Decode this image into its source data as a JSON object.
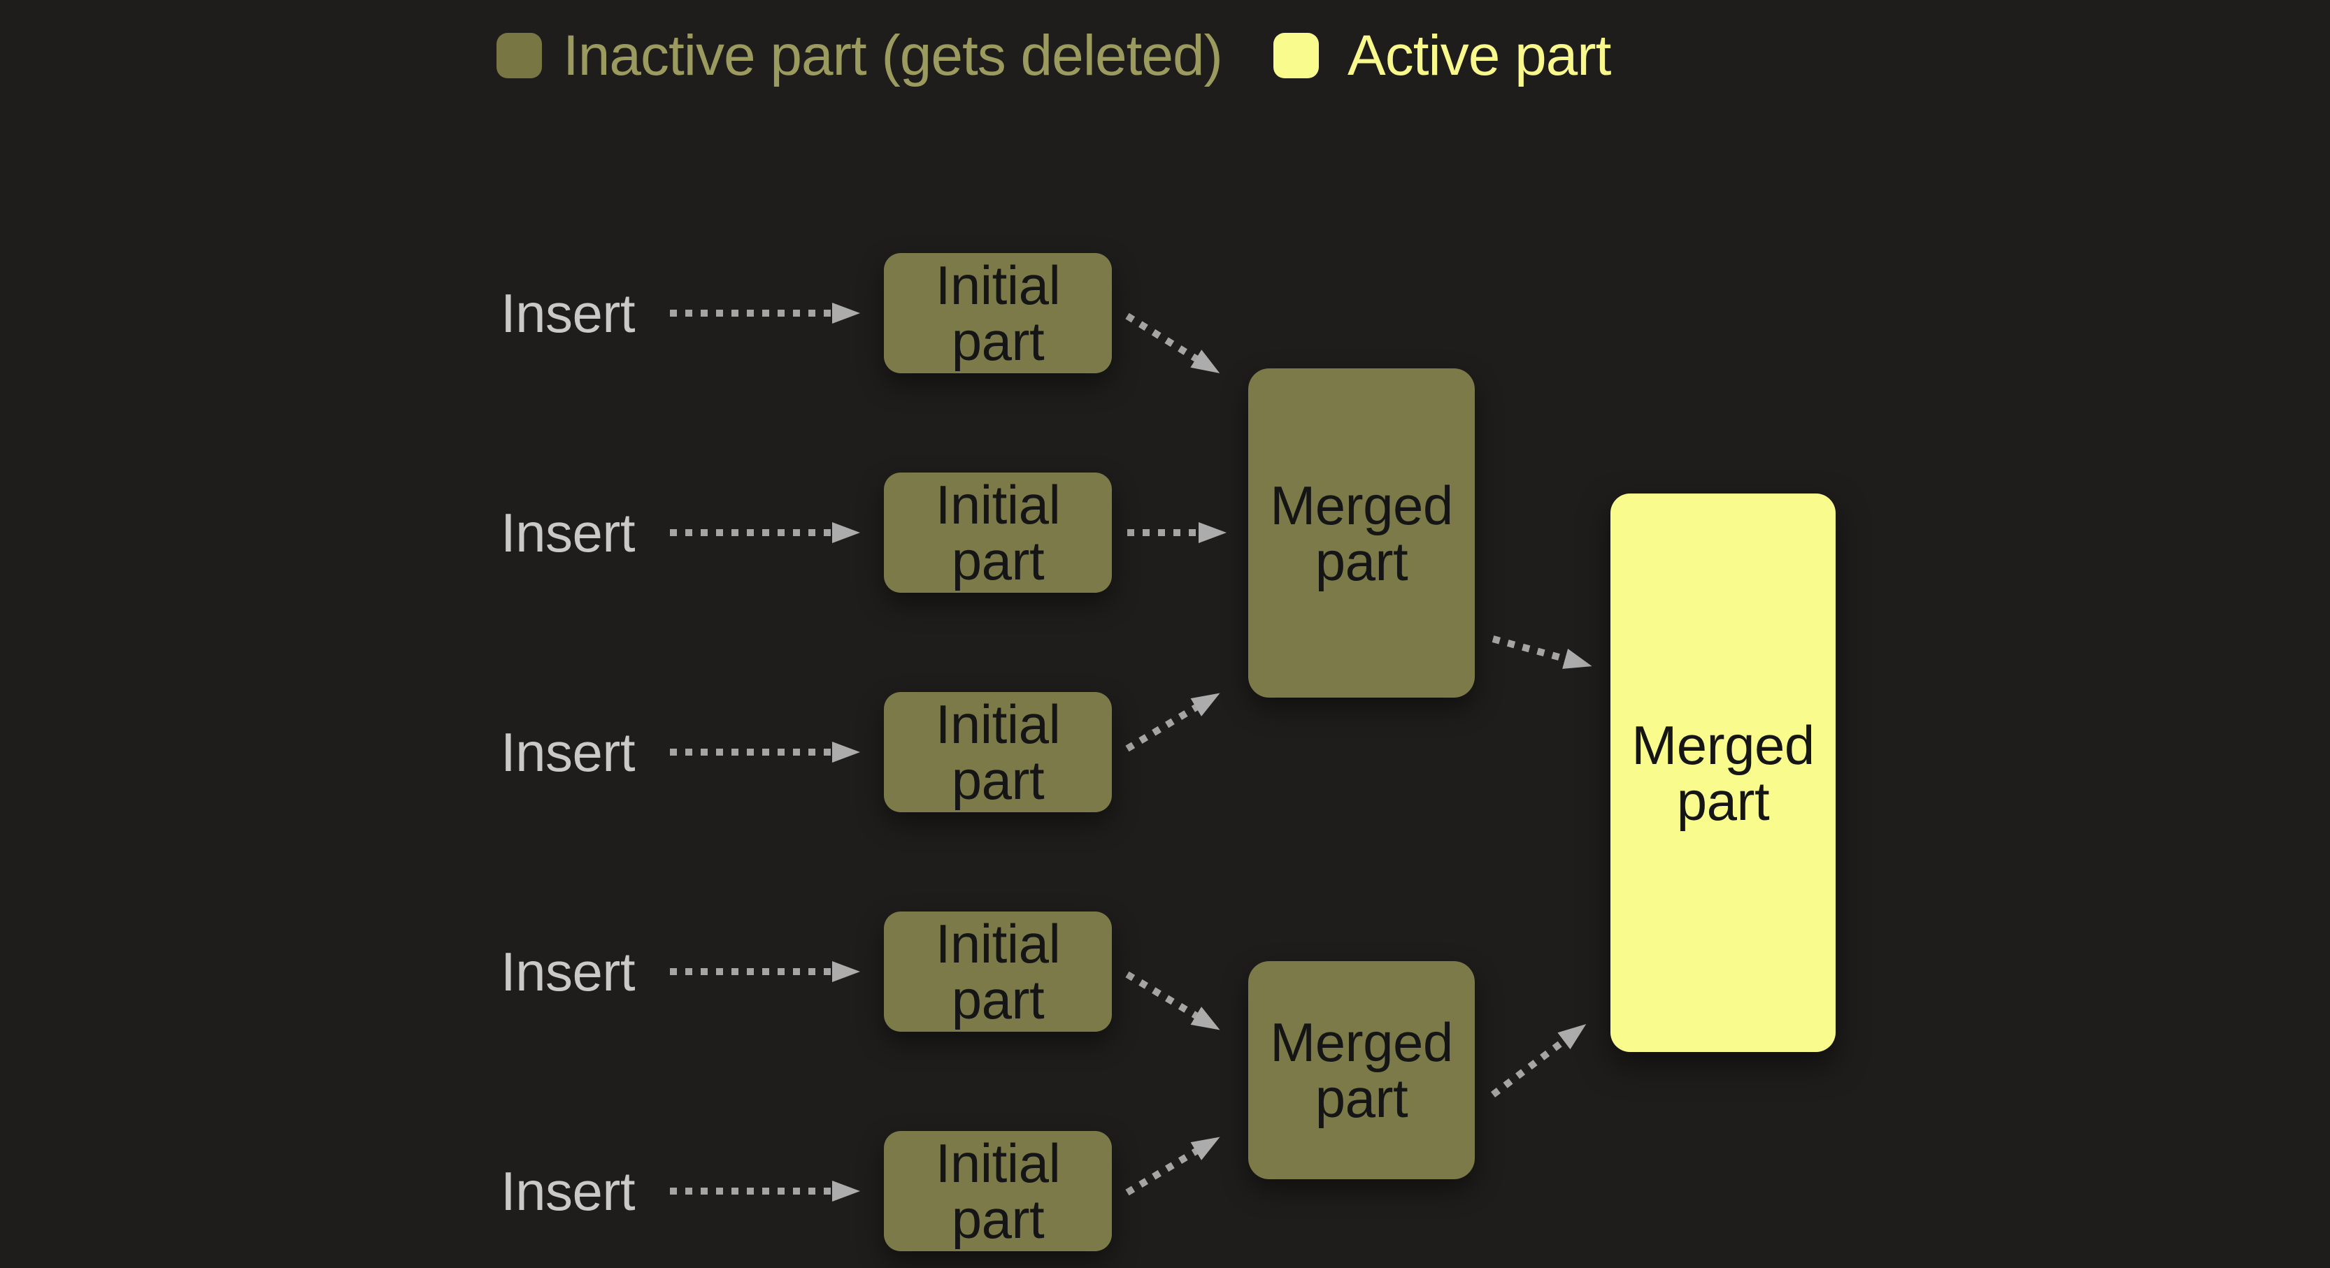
{
  "legend": {
    "inactive_label": "Inactive part (gets deleted)",
    "active_label": "Active part"
  },
  "diagram": {
    "insert_label": "Insert",
    "initial_label": "Initial part",
    "merged_label": "Merged part"
  },
  "colors": {
    "background": "#1E1D1B",
    "inactive-fill": "#7B7A48",
    "inactive-swatch-fill": "#787642",
    "active-fill": "#FAFB8D",
    "inactive-text": "#9C9B5F",
    "active-text": "#F8F88C",
    "muted-text": "#C9C9C9",
    "node-text": "#151515",
    "arrow": "#A5A5A5",
    "arrowhead": "#ACACAC"
  }
}
